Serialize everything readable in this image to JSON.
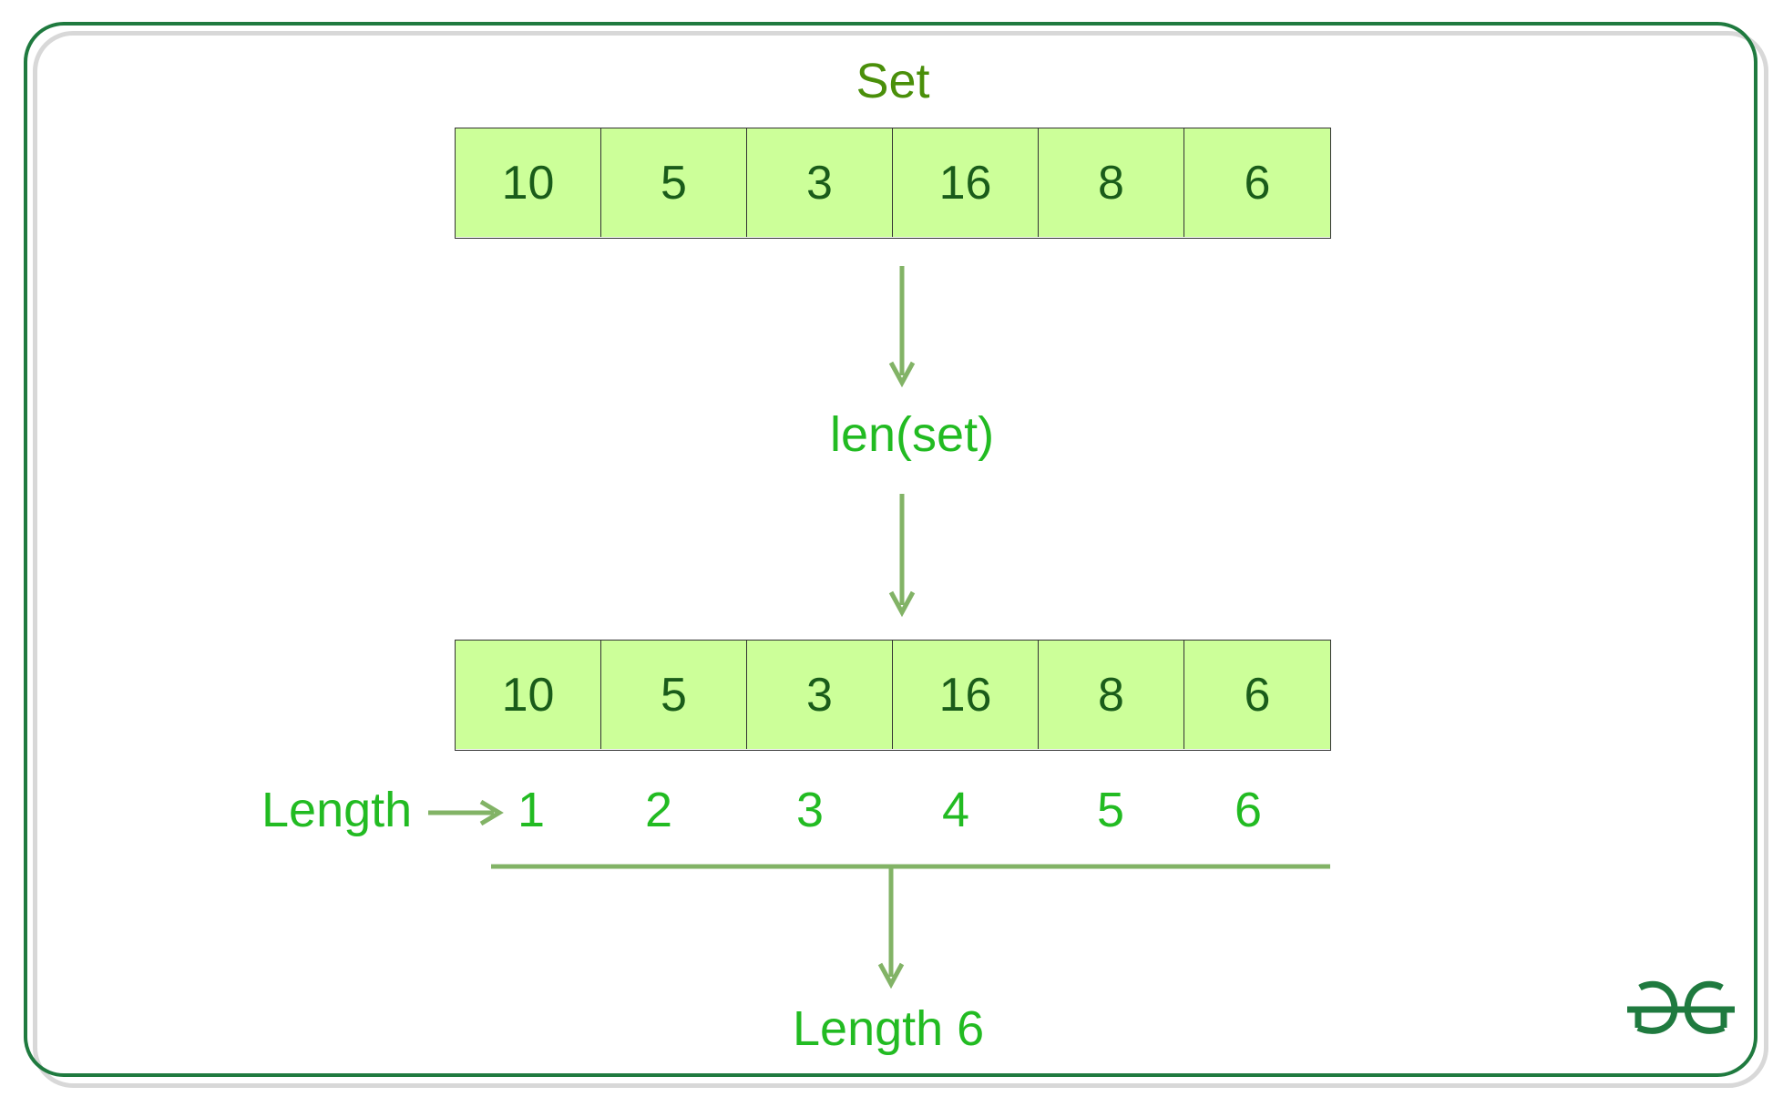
{
  "title": "Set",
  "set_values": [
    "10",
    "5",
    "3",
    "16",
    "8",
    "6"
  ],
  "function_label": "len(set)",
  "result_values": [
    "10",
    "5",
    "3",
    "16",
    "8",
    "6"
  ],
  "length_label": "Length",
  "length_indices": [
    "1",
    "2",
    "3",
    "4",
    "5",
    "6"
  ],
  "result_label": "Length 6",
  "colors": {
    "cell_fill": "#ccff99",
    "cell_text": "#1a5c1a",
    "arrow": "#82b366",
    "label_green": "#22bb22",
    "title_green": "#4a8f0a",
    "frame": "#1f7a3f"
  },
  "logo": "gfg-logo"
}
